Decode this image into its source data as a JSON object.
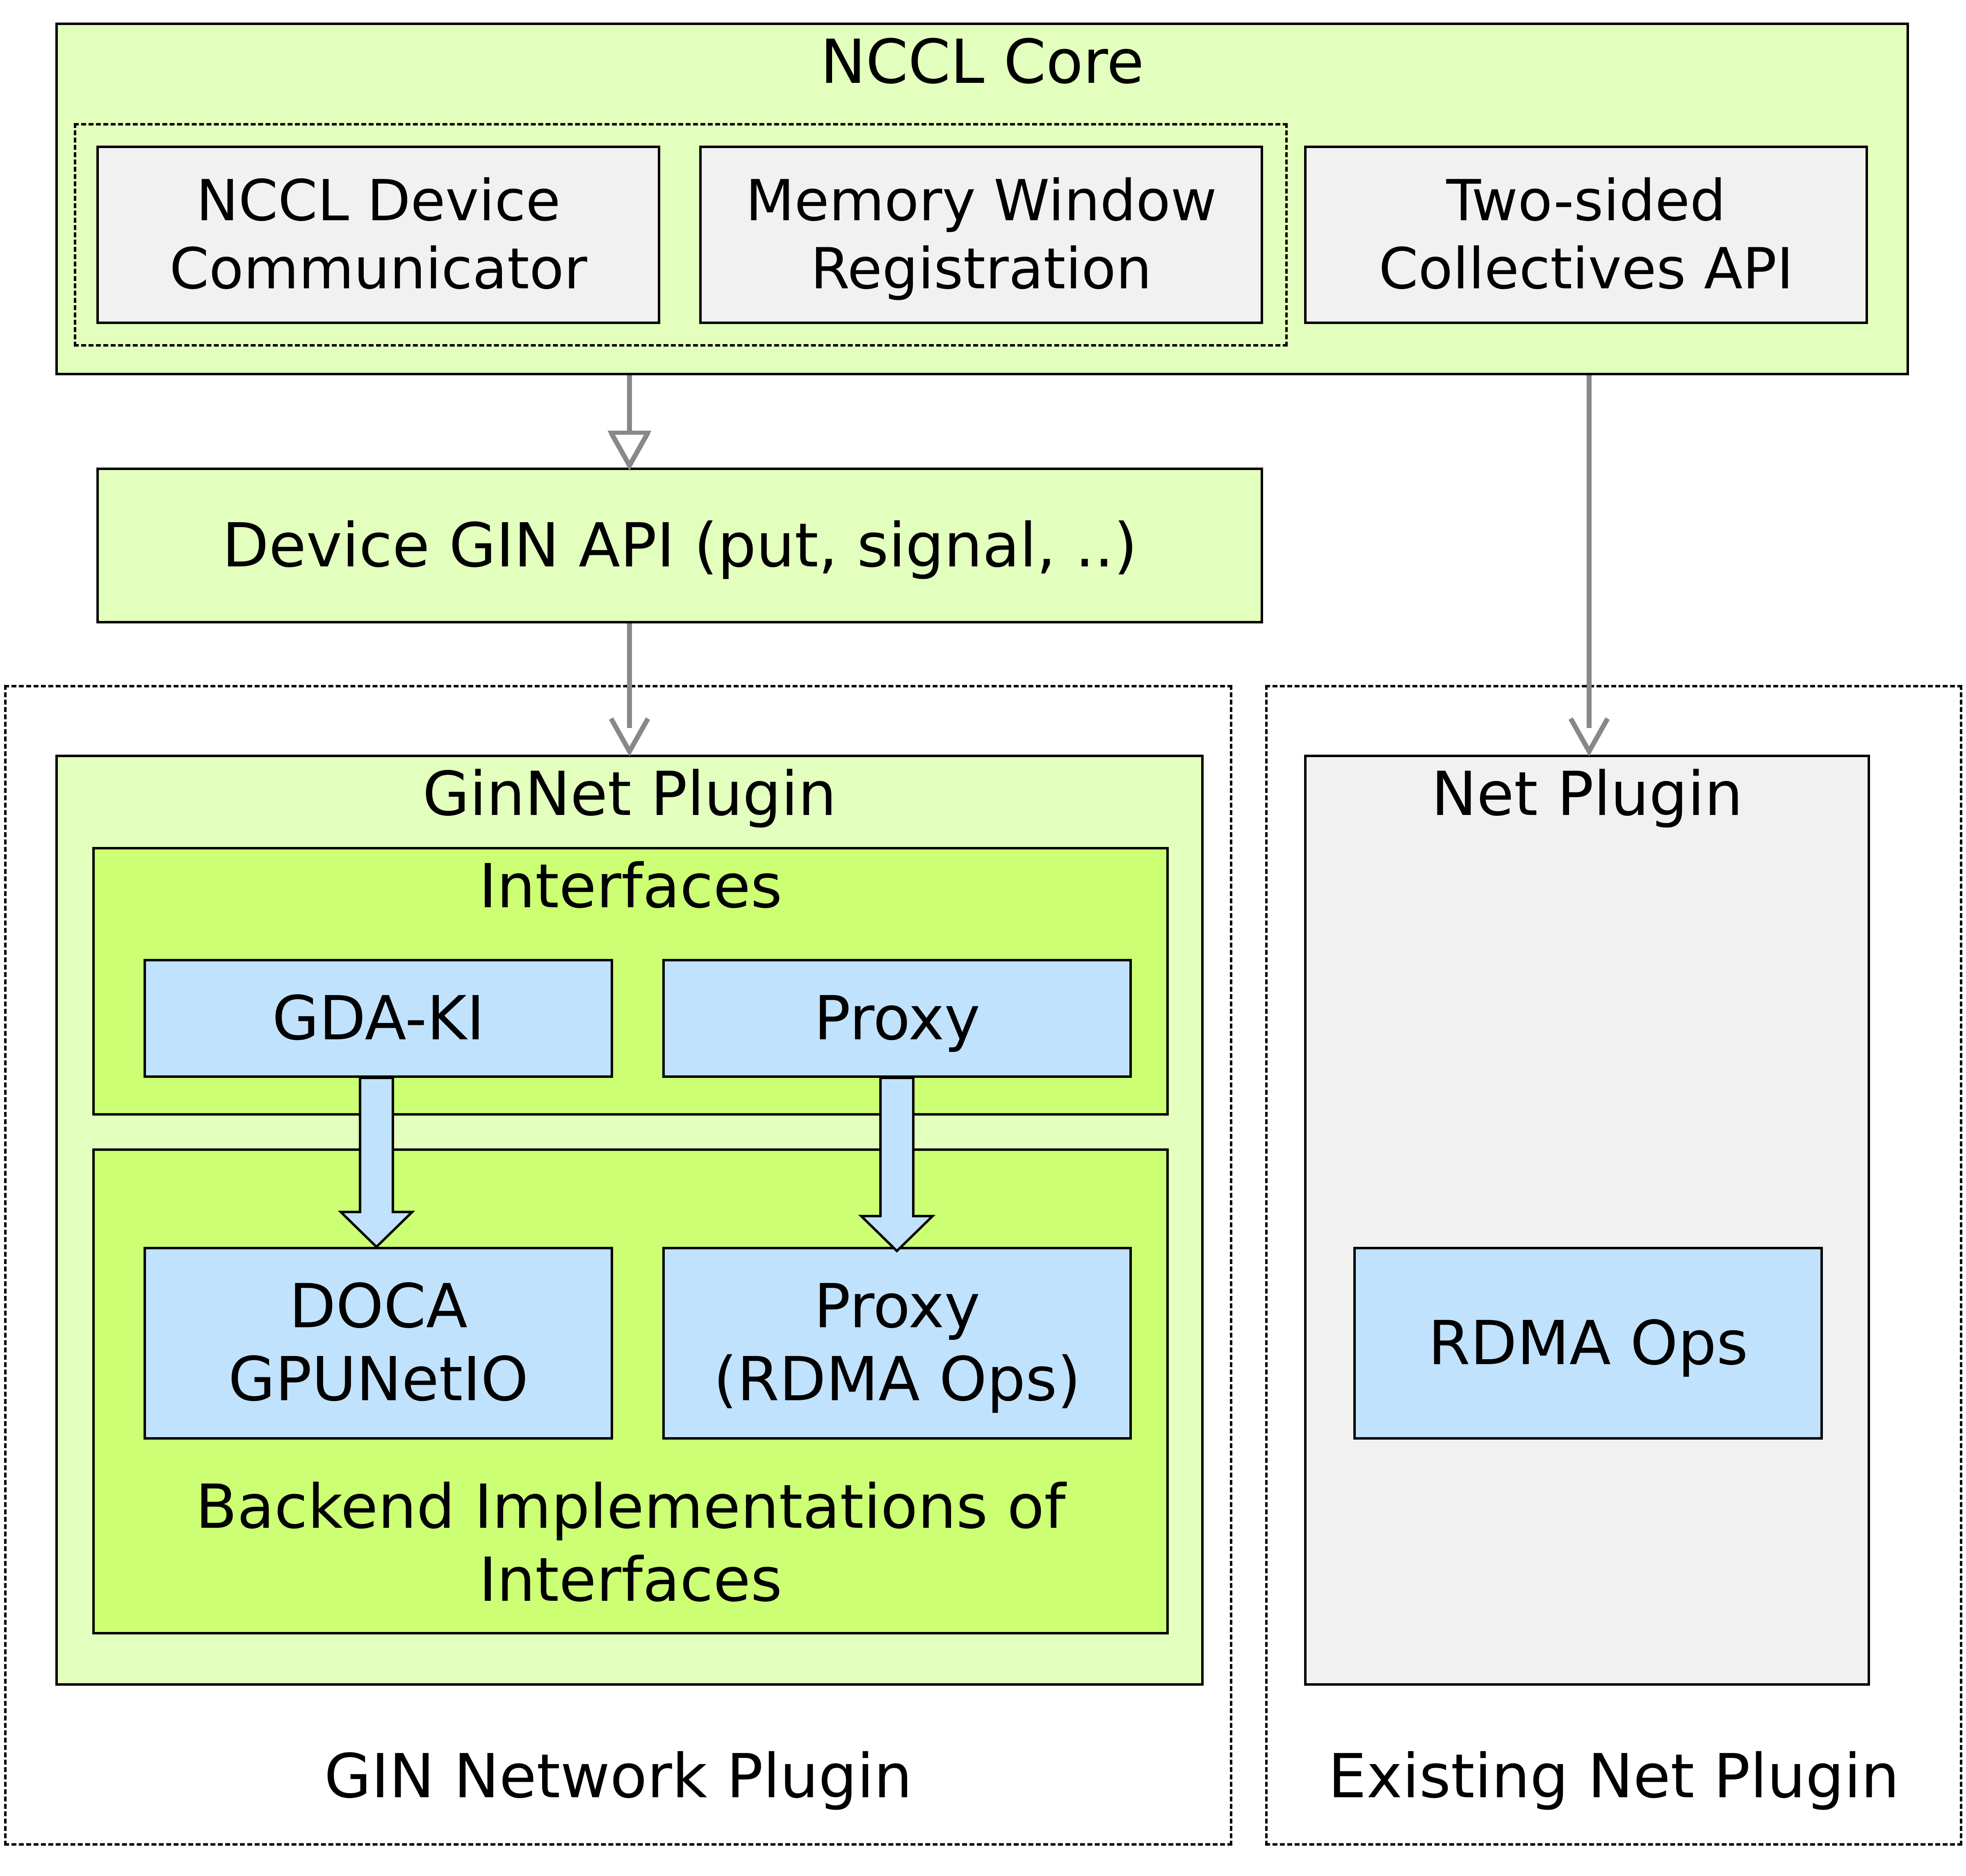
{
  "nccl_core": {
    "title": "NCCL Core",
    "device_communicator": "NCCL Device\nCommunicator",
    "memory_window": "Memory Window\nRegistration",
    "two_sided": "Two-sided\nCollectives API"
  },
  "device_gin_api": "Device GIN API (put, signal, ..)",
  "gin_network_plugin": {
    "label": "GIN Network Plugin",
    "ginnet": {
      "title": "GinNet Plugin",
      "interfaces": {
        "title": "Interfaces",
        "gda_ki": "GDA-KI",
        "proxy": "Proxy"
      },
      "backend": {
        "title": "Backend Implementations of\nInterfaces",
        "doca": "DOCA\nGPUNetIO",
        "proxy_rdma": "Proxy\n(RDMA Ops)"
      }
    }
  },
  "existing_net_plugin": {
    "label": "Existing Net Plugin",
    "net_plugin": {
      "title": "Net Plugin",
      "rdma_ops": "RDMA Ops"
    }
  },
  "colors": {
    "light_green": "#e3ffbd",
    "green": "#ccff73",
    "gray": "#f1f1f1",
    "blue": "#c0e2fd",
    "arrow_gray": "#888888"
  }
}
